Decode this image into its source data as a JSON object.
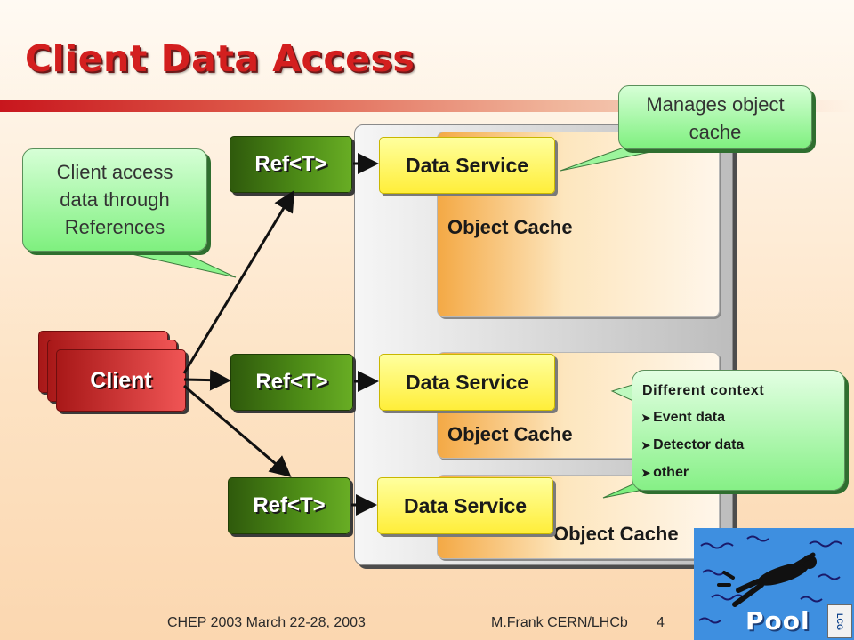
{
  "slide": {
    "title": "Client Data Access"
  },
  "client": {
    "label": "Client"
  },
  "references": [
    {
      "label": "Ref<T>"
    },
    {
      "label": "Ref<T>"
    },
    {
      "label": "Ref<T>"
    }
  ],
  "data_services": [
    {
      "label": "Data Service"
    },
    {
      "label": "Data Service"
    },
    {
      "label": "Data Service"
    }
  ],
  "object_caches": [
    {
      "label": "Object Cache"
    },
    {
      "label": "Object Cache"
    },
    {
      "label": "Object Cache"
    }
  ],
  "callouts": {
    "client_access": {
      "lines": [
        "Client access",
        "data through",
        "References"
      ]
    },
    "manages_cache": {
      "lines": [
        "Manages object",
        "cache"
      ]
    },
    "context": {
      "title": "Different context",
      "items": [
        "Event data",
        "Detector data",
        "other"
      ]
    }
  },
  "footer": {
    "left": "CHEP 2003 March 22-28, 2003",
    "right": "M.Frank CERN/LHCb",
    "page": "4"
  },
  "logo": {
    "name": "Pool",
    "badge": "LCG"
  },
  "colors": {
    "title": "#d31f1f",
    "reference_box": "#4c8a16",
    "data_service_box": "#ffee3a",
    "client_box": "#e84545",
    "callout": "#86f086",
    "logo_background": "#3e8fe0"
  }
}
